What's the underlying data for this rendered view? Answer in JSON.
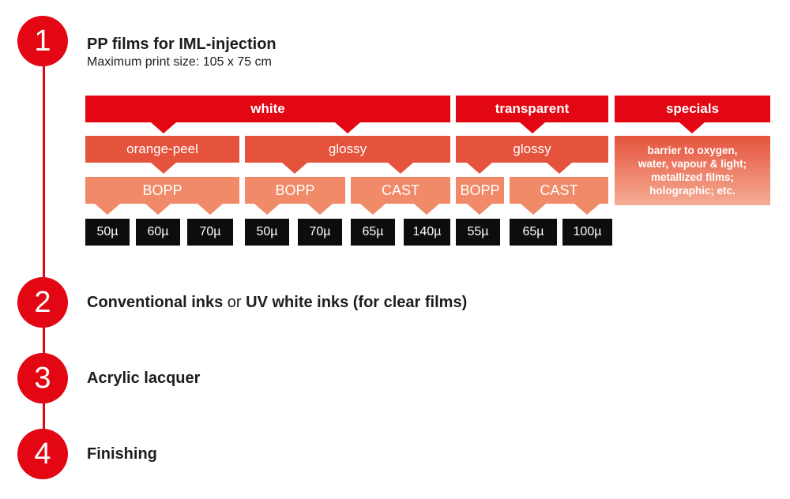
{
  "colors": {
    "accent_red": "#e30613",
    "level2_orange": "#e5533c",
    "level3_salmon": "#f08a68",
    "specials_gradient_top": "#e5533c",
    "specials_gradient_bottom": "#f5ad94",
    "value_box_black": "#0d0d0d",
    "text_dark": "#1d1d1b"
  },
  "steps": {
    "one": {
      "number": "1",
      "title": "PP films for IML-injection",
      "subtitle": "Maximum print size: 105 x 75 cm"
    },
    "two": {
      "number": "2",
      "bold_a": "Conventional inks",
      "plain": " or ",
      "bold_b": "UV white inks (for clear films)"
    },
    "three": {
      "number": "3",
      "label": "Acrylic lacquer"
    },
    "four": {
      "number": "4",
      "label": "Finishing"
    }
  },
  "diagram": {
    "row1": [
      "white",
      "transparent",
      "specials"
    ],
    "row2": [
      "orange-peel",
      "glossy",
      "glossy"
    ],
    "specials_info": [
      "barrier to oxygen,",
      "water, vapour & light;",
      "metallized films;",
      "holographic; etc."
    ],
    "row3": [
      "BOPP",
      "BOPP",
      "CAST",
      "BOPP",
      "CAST"
    ],
    "row4": [
      "50µ",
      "60µ",
      "70µ",
      "50µ",
      "70µ",
      "65µ",
      "140µ",
      "55µ",
      "65µ",
      "100µ"
    ]
  }
}
